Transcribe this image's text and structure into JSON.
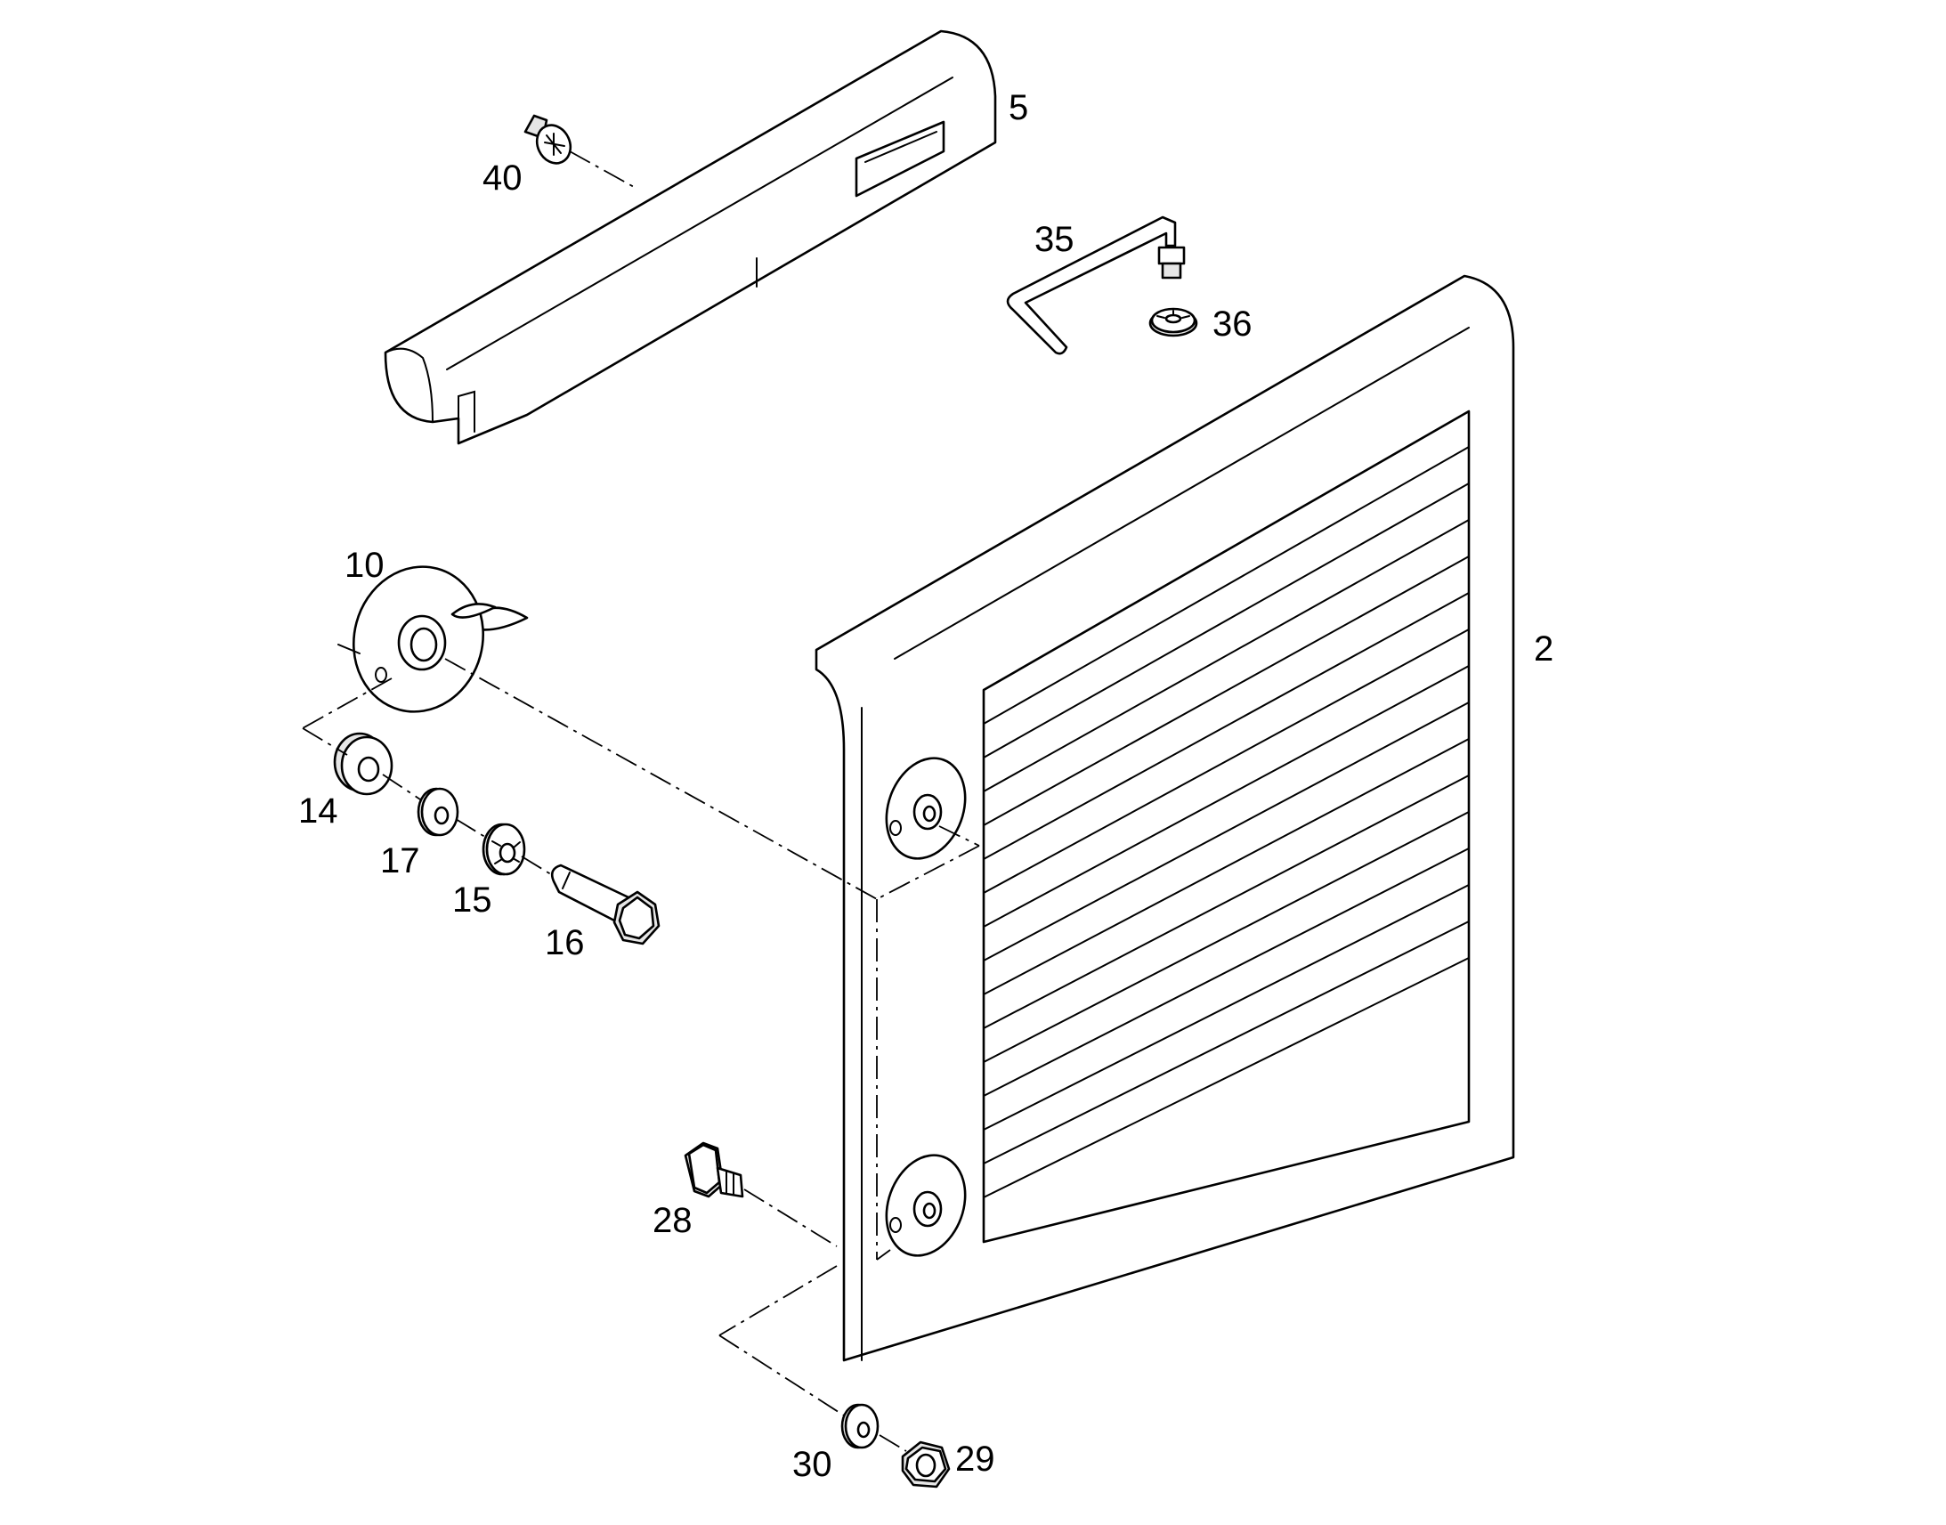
{
  "callouts": {
    "p2": "2",
    "p5": "5",
    "p10": "10",
    "p14": "14",
    "p15": "15",
    "p16": "16",
    "p17": "17",
    "p28": "28",
    "p29": "29",
    "p30": "30",
    "p35": "35",
    "p36": "36",
    "p40": "40"
  }
}
